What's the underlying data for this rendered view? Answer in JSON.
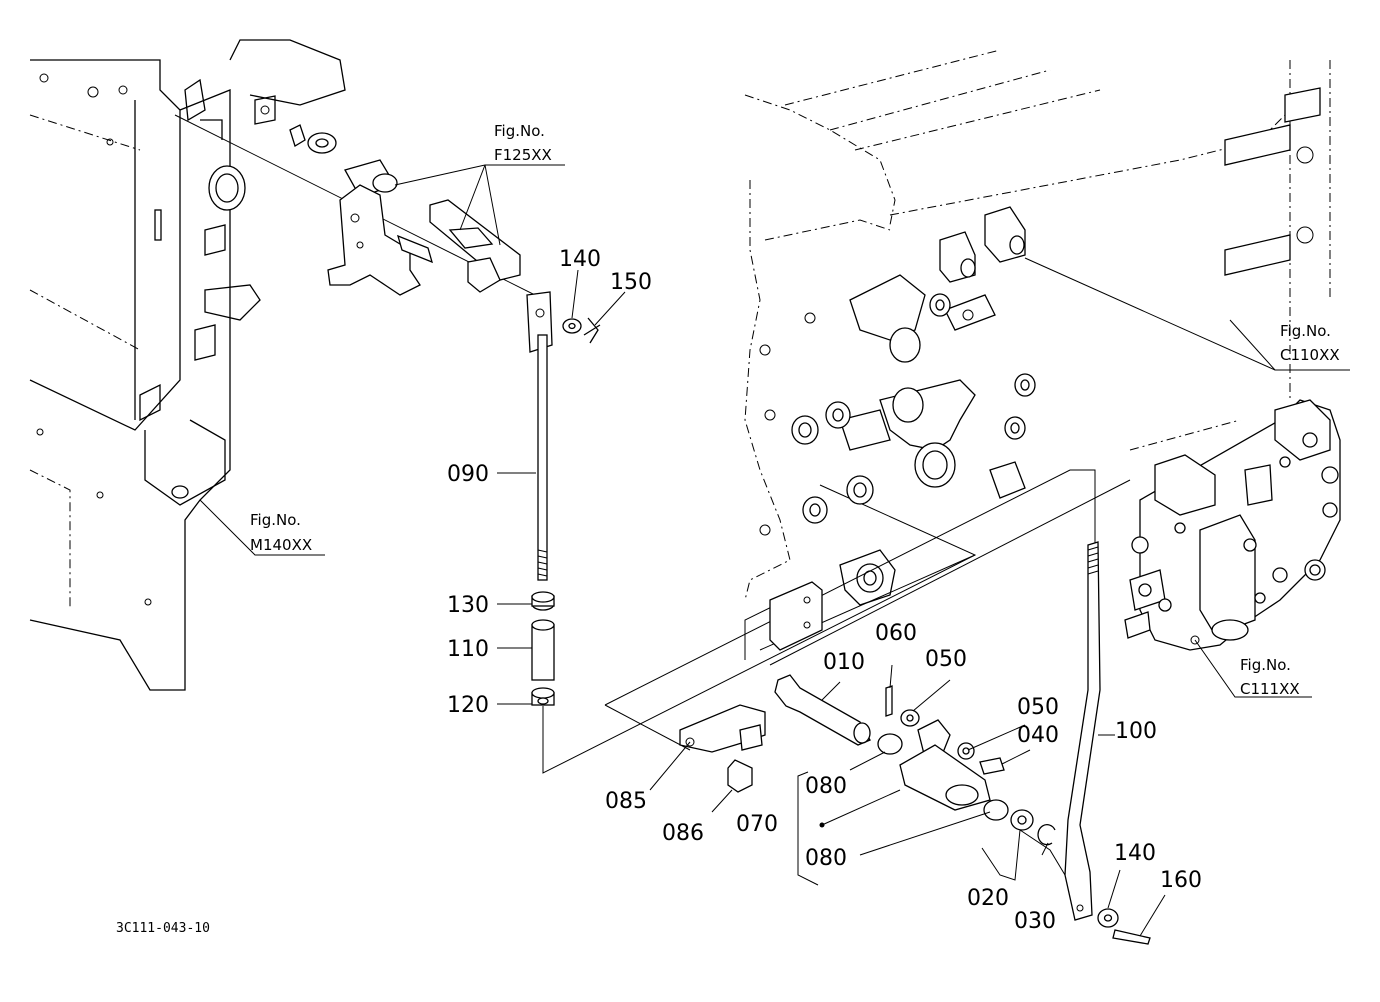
{
  "figure_refs": {
    "f125": {
      "line1": "Fig.No.",
      "line2": "F125XX"
    },
    "c110": {
      "line1": "Fig.No.",
      "line2": "C110XX"
    },
    "m140": {
      "line1": "Fig.No.",
      "line2": "M140XX"
    },
    "c111": {
      "line1": "Fig.No.",
      "line2": "C111XX"
    }
  },
  "part_labels": {
    "p140_top": "140",
    "p150": "150",
    "p090": "090",
    "p130": "130",
    "p110": "110",
    "p120": "120",
    "p060": "060",
    "p010": "010",
    "p050_a": "050",
    "p050_b": "050",
    "p040": "040",
    "p100": "100",
    "p080_a": "080",
    "p080_b": "080",
    "p085": "085",
    "p086": "086",
    "p070": "070",
    "p020": "020",
    "p030": "030",
    "p140_bottom": "140",
    "p160": "160"
  },
  "drawing_code": "3C111-043-10"
}
